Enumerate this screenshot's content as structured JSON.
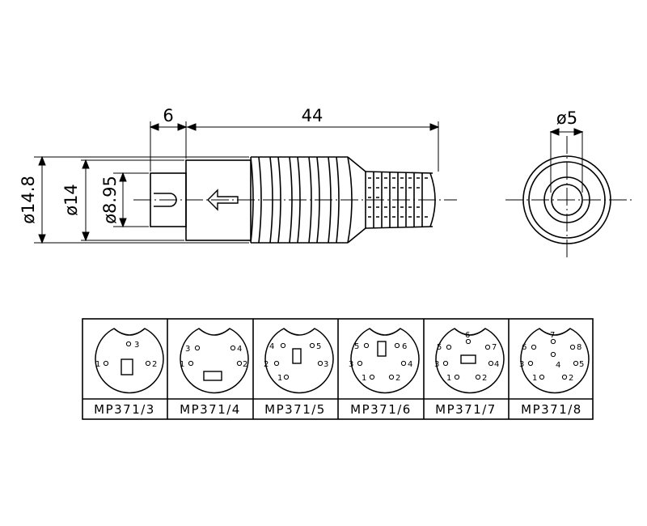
{
  "dimensions": {
    "pin_length": "6",
    "body_length": "44",
    "outer_diameter_rear": "ø5",
    "outer_diameter_max": "ø14.8",
    "outer_diameter": "ø14",
    "inner_diameter": "ø8.95"
  },
  "connectors": [
    {
      "model": "MP371/3",
      "pins": [
        "1",
        "2",
        "3"
      ]
    },
    {
      "model": "MP371/4",
      "pins": [
        "1",
        "2",
        "3",
        "4"
      ]
    },
    {
      "model": "MP371/5",
      "pins": [
        "1",
        "2",
        "3",
        "4",
        "5"
      ]
    },
    {
      "model": "MP371/6",
      "pins": [
        "1",
        "2",
        "3",
        "4",
        "5",
        "6"
      ]
    },
    {
      "model": "MP371/7",
      "pins": [
        "1",
        "2",
        "3",
        "4",
        "5",
        "6",
        "7"
      ]
    },
    {
      "model": "MP371/8",
      "pins": [
        "1",
        "2",
        "3",
        "4",
        "5",
        "6",
        "7",
        "8"
      ]
    }
  ]
}
